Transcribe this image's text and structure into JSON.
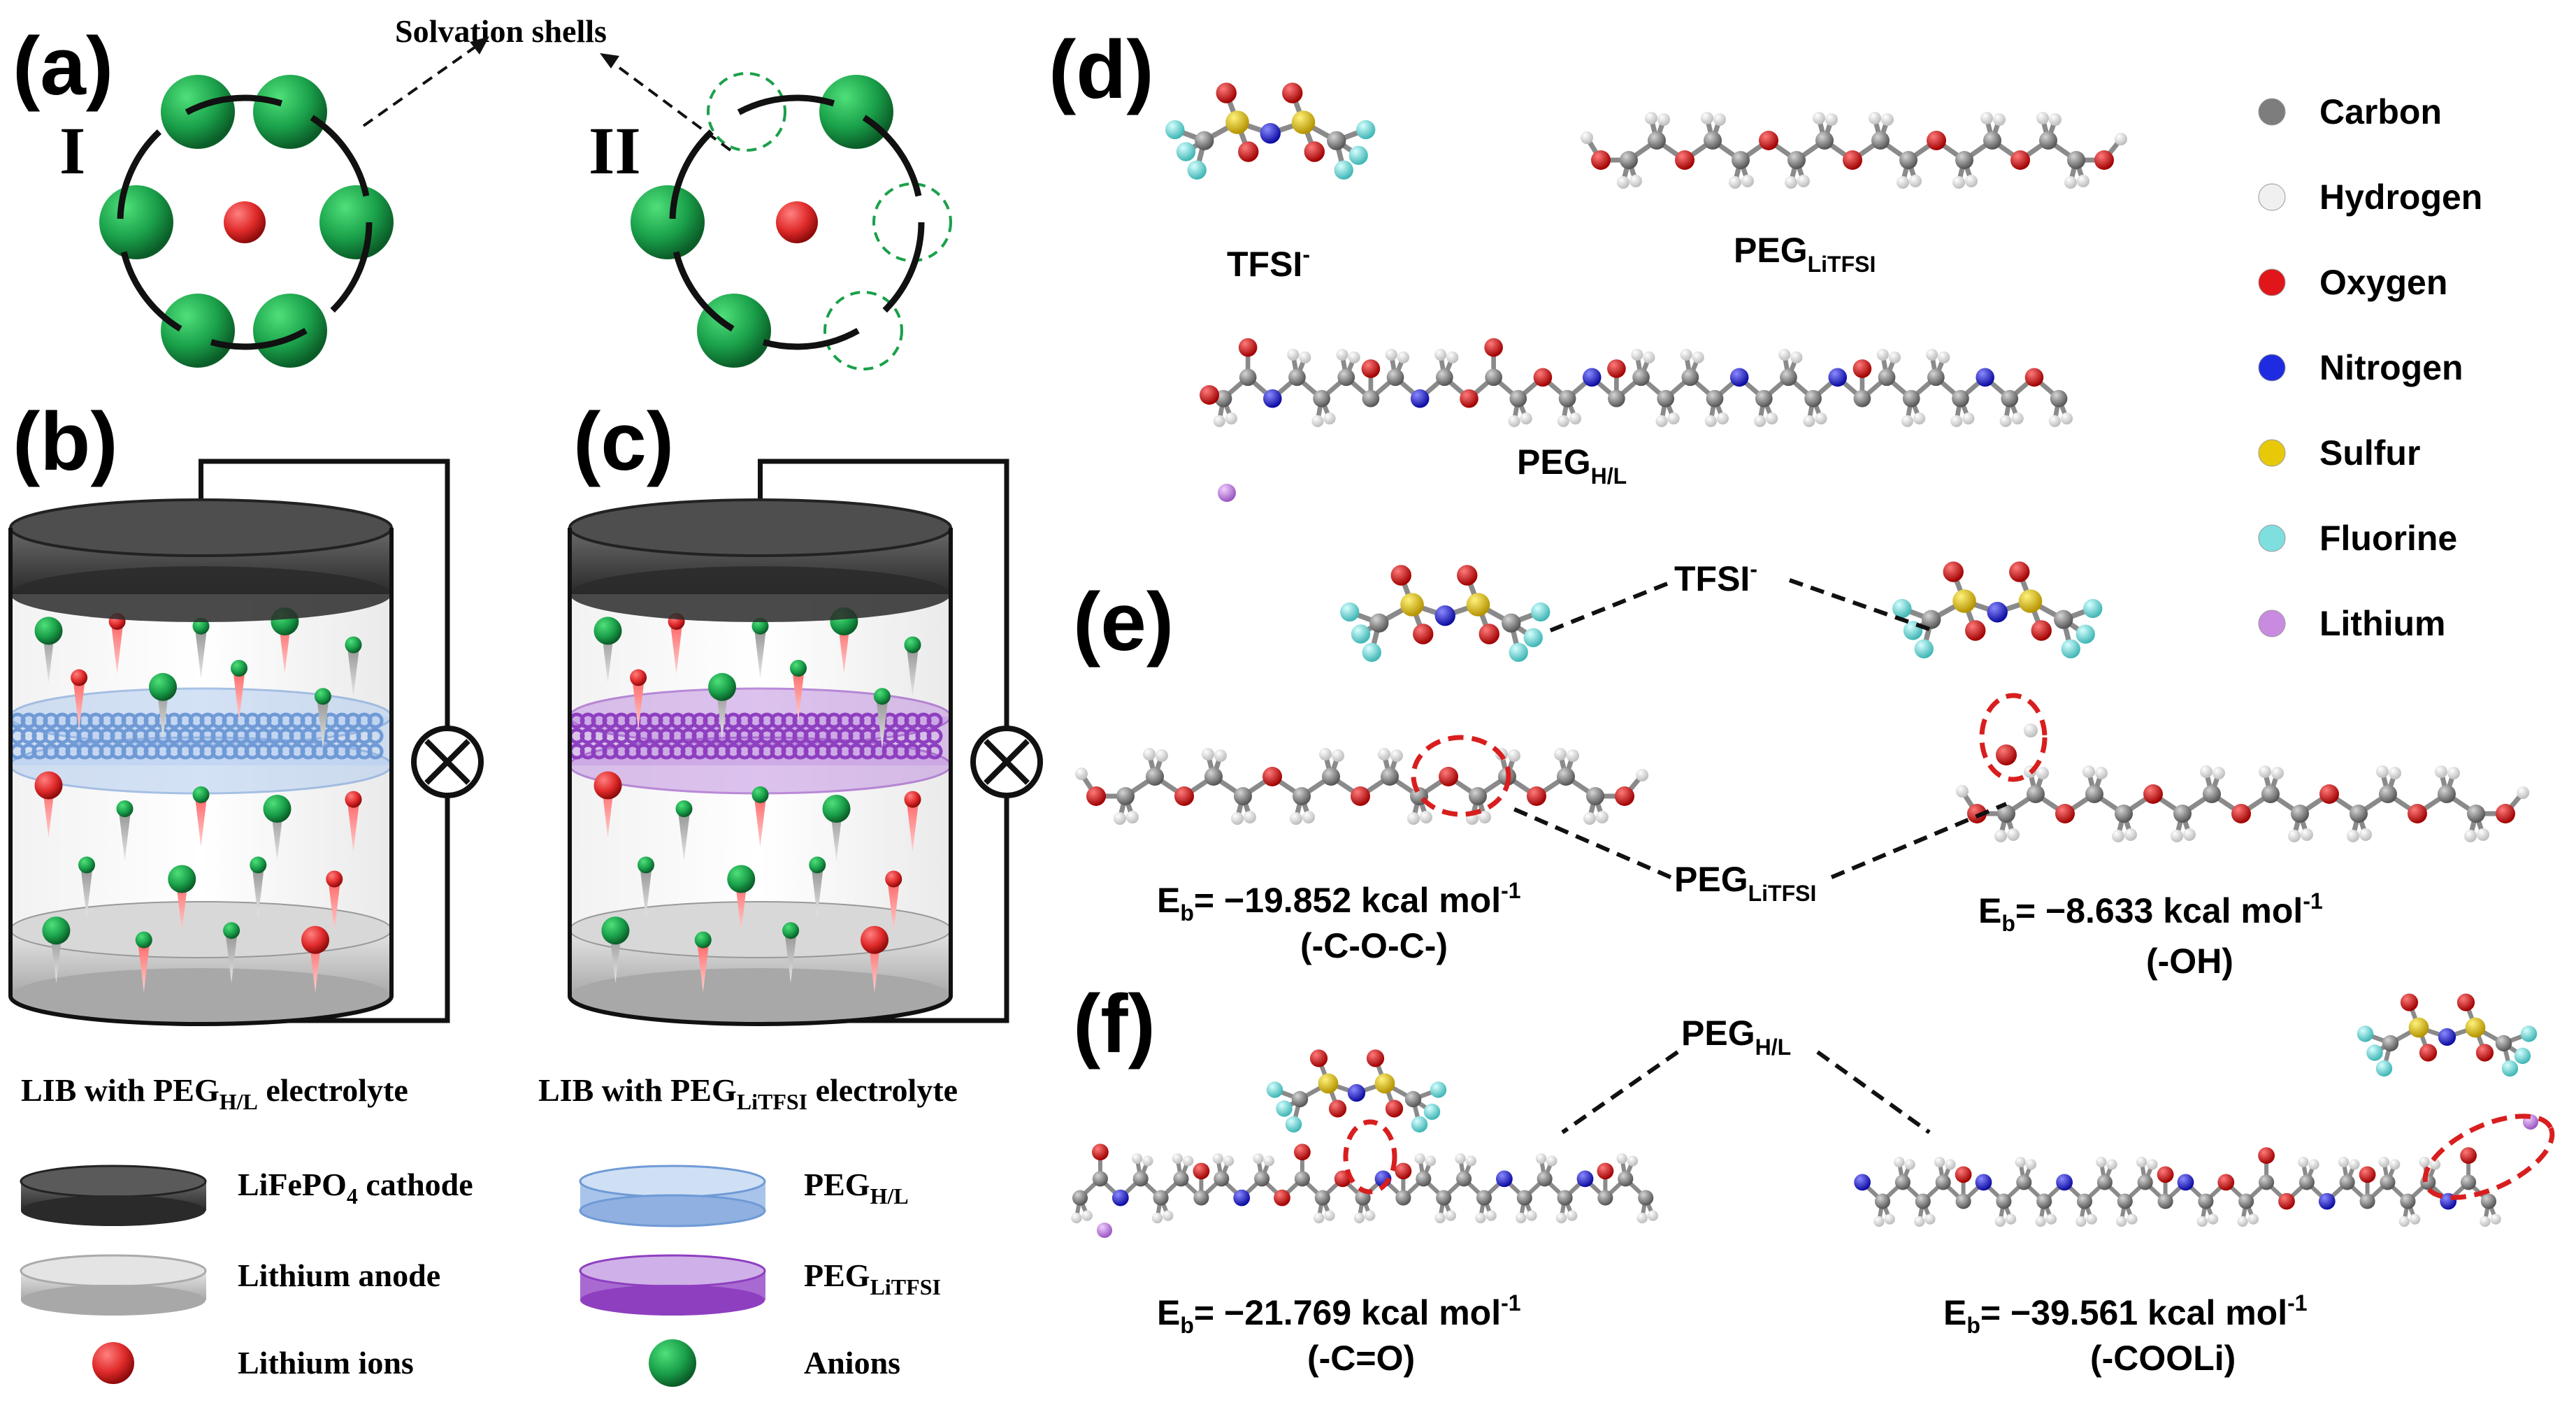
{
  "panels": {
    "a": {
      "letter": "(a)",
      "state_1": "I",
      "state_2": "II",
      "shells_label": "Solvation shells"
    },
    "b": {
      "letter": "(b)",
      "caption_pre": "LIB with PEG",
      "caption_sub": "H/L",
      "caption_post": " electrolyte"
    },
    "c": {
      "letter": "(c)",
      "caption_pre": "LIB with PEG",
      "caption_sub": "LiTFSI",
      "caption_post": " electrolyte"
    },
    "d": {
      "letter": "(d)",
      "tfsi": "TFSI",
      "tfsi_sup": "-",
      "peg_litfsi_main": "PEG",
      "peg_litfsi_sub": "LiTFSI",
      "peg_hl_main": "PEG",
      "peg_hl_sub": "H/L"
    },
    "e": {
      "letter": "(e)",
      "tfsi": "TFSI",
      "tfsi_sup": "-",
      "peg_main": "PEG",
      "peg_sub": "LiTFSI",
      "eb_left_pre": "E",
      "eb_left_sub": "b",
      "eb_left_val": "= −19.852 kcal mol",
      "eb_left_sup": "-1",
      "eb_left_group": "(-C-O-C-)",
      "eb_right_pre": "E",
      "eb_right_sub": "b",
      "eb_right_val": "= −8.633 kcal mol",
      "eb_right_sup": "-1",
      "eb_right_group": "(-OH)"
    },
    "f": {
      "letter": "(f)",
      "peg_main": "PEG",
      "peg_sub": "H/L",
      "eb_left_pre": "E",
      "eb_left_sub": "b",
      "eb_left_val": "= −21.769 kcal mol",
      "eb_left_sup": "-1",
      "eb_left_group": "(-C=O)",
      "eb_right_pre": "E",
      "eb_right_sub": "b",
      "eb_right_val": "= −39.561 kcal mol",
      "eb_right_sup": "-1",
      "eb_right_group": "(-COOLi)"
    }
  },
  "element_legend": [
    {
      "name": "Carbon",
      "color": "#7d7d7d"
    },
    {
      "name": "Hydrogen",
      "color": "#f0f0f0"
    },
    {
      "name": "Oxygen",
      "color": "#e0161b"
    },
    {
      "name": "Nitrogen",
      "color": "#1f2be0"
    },
    {
      "name": "Sulfur",
      "color": "#e8c90a"
    },
    {
      "name": "Fluorine",
      "color": "#7fdede"
    },
    {
      "name": "Lithium",
      "color": "#c98be0"
    }
  ],
  "key": {
    "cathode": "LiFePO",
    "cathode_sub": "4",
    "cathode_post": " cathode",
    "anode": "Lithium anode",
    "li_ions": "Lithium ions",
    "peg_hl_main": "PEG",
    "peg_hl_sub": "H/L",
    "peg_litfsi_main": "PEG",
    "peg_litfsi_sub": "LiTFSI",
    "anions": "Anions"
  },
  "colors": {
    "anion": "#1aa04a",
    "li_ion": "#e02a2a",
    "peg_hl": "#6f9ad6",
    "peg_litfsi": "#8e3fc0",
    "cathode": "#3c3c3c",
    "anode": "#cfcfcf",
    "highlight": "#d81e1e"
  }
}
